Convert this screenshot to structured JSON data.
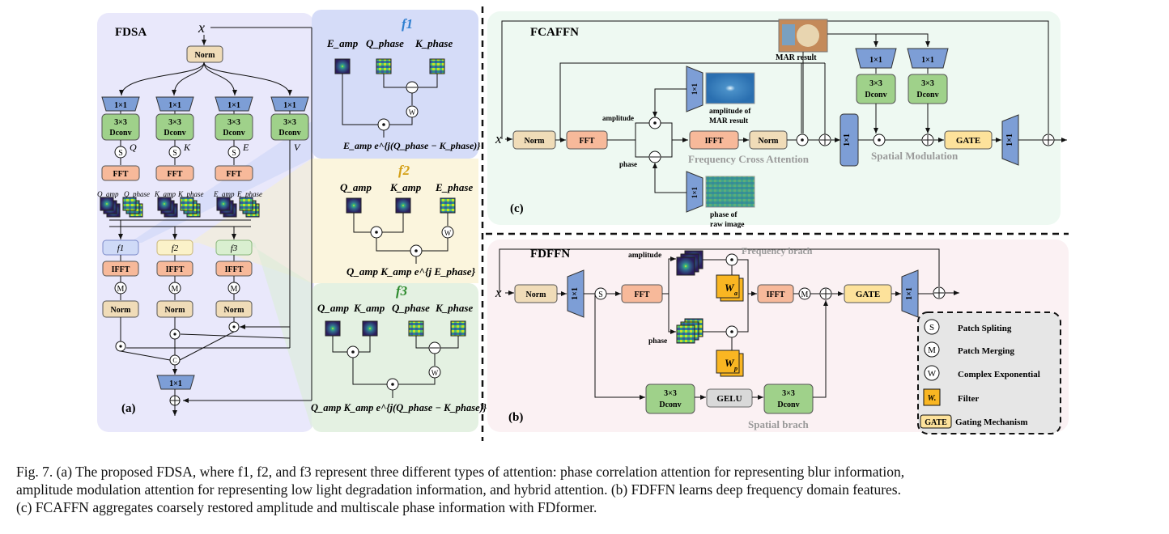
{
  "panel_a": {
    "title": "FDSA",
    "input": "x",
    "norm": "Norm",
    "conv1": "1×1",
    "dconv": [
      "3×3",
      "Dconv"
    ],
    "branch_symbols": [
      "Q",
      "K",
      "E",
      "V"
    ],
    "fft": "FFT",
    "spectra_labels": [
      "Q_amp",
      "Q_phase",
      "K_amp",
      "K_phase",
      "E_amp",
      "E_phase"
    ],
    "attn": [
      "f1",
      "f2",
      "f3"
    ],
    "ifft": "IFFT",
    "merge_symbol": "M",
    "split_symbol": "S",
    "concat_symbol": "C",
    "label": "(a)"
  },
  "f1": {
    "title": "f1",
    "inputs": [
      "E_amp",
      "Q_phase",
      "K_phase"
    ],
    "output": "E_amp e^{j(Q_phase − K_phase)}"
  },
  "f2": {
    "title": "f2",
    "inputs": [
      "Q_amp",
      "K_amp",
      "E_phase"
    ],
    "output": "Q_amp K_amp e^{j E_phase}"
  },
  "f3": {
    "title": "f3",
    "inputs": [
      "Q_amp",
      "K_amp",
      "Q_phase",
      "K_phase"
    ],
    "output": "Q_amp K_amp e^{j(Q_phase − K_phase)}"
  },
  "panel_c": {
    "title": "FCAFFN",
    "input": "x",
    "norm": "Norm",
    "fft": "FFT",
    "amplitude": "amplitude",
    "phase": "phase",
    "ifft": "IFFT",
    "conv1": "1×1",
    "amp_caption": [
      "amplitude of",
      "MAR result"
    ],
    "phase_caption": [
      "phase of",
      "raw image"
    ],
    "mar": "MAR result",
    "fca": "Frequency Cross Attention",
    "spatial_mod": "Spatial Modulation",
    "dconv": [
      "3×3",
      "Dconv"
    ],
    "gate": "GATE",
    "label": "(c)"
  },
  "panel_b": {
    "title": "FDFFN",
    "input": "x",
    "norm": "Norm",
    "conv1": "1×1",
    "fft": "FFT",
    "amplitude": "amplitude",
    "phase": "phase",
    "freq_branch": "Frequency brach",
    "spatial_branch": "Spatial brach",
    "ifft": "IFFT",
    "gate": "GATE",
    "gelu": "GELU",
    "dconv": [
      "3×3",
      "Dconv"
    ],
    "wa": "W",
    "wa_sub": "a",
    "wp": "W",
    "wp_sub": "p",
    "label": "(b)"
  },
  "legend": {
    "items": [
      {
        "symbol": "S",
        "label": "Patch Spliting"
      },
      {
        "symbol": "M",
        "label": "Patch Merging"
      },
      {
        "symbol": "W",
        "label": "Complex Exponential"
      },
      {
        "symbol": "W.",
        "label": "Filter"
      },
      {
        "symbol": "GATE",
        "label": "Gating Mechanism"
      }
    ]
  },
  "caption": {
    "line1": "Fig. 7.  (a) The proposed FDSA, where f1, f2, and f3 represent three different types of attention: phase correlation attention for representing blur information,",
    "line2": "amplitude modulation attention for representing low light degradation information, and hybrid attention. (b) FDFFN learns deep frequency domain features.",
    "line3": "(c) FCAFFN aggregates coarsely restored amplitude and multiscale phase information with FDformer."
  },
  "colors": {
    "norm": "#f0dcb8",
    "conv": "#7d9ed6",
    "dconv": "#9fd18a",
    "fft": "#f7b99a",
    "attn_f1": "#cfdaf7",
    "attn_f2": "#fbf2c9",
    "attn_f3": "#d9efd0",
    "gate": "#fde29b",
    "filter": "#f9b622",
    "f1_title": "#2e7fd0",
    "f2_title": "#d4a017",
    "f3_title": "#2e8b2e"
  }
}
